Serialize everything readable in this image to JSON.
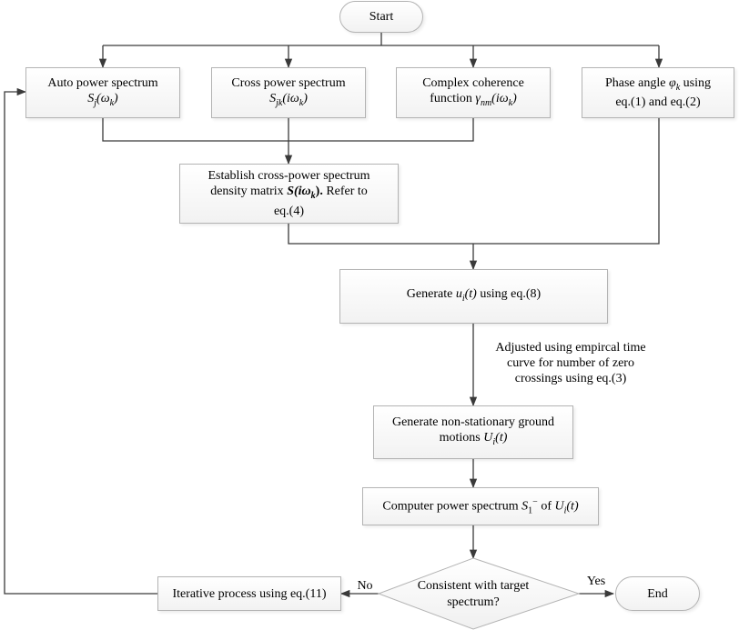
{
  "nodes": {
    "start": "Start",
    "auto_power": {
      "line1": "Auto power spectrum",
      "sym": "S",
      "sub": "j",
      "arg": "(ω",
      "arg_sub": "k",
      "close": ")"
    },
    "cross_power": {
      "line1": "Cross power spectrum",
      "sym": "S",
      "sub": "jk",
      "arg": "(iω",
      "arg_sub": "k",
      "close": ")"
    },
    "coherence": {
      "line1": "Complex coherence",
      "line2_pre": "function ",
      "sym": "γ",
      "sub": "nm",
      "arg": "(iω",
      "arg_sub": "k",
      "close": ")"
    },
    "phase_angle": {
      "line1_pre": "Phase angle ",
      "sym": "φ",
      "sub": "k",
      "line1_post": " using",
      "line2": "eq.(1) and eq.(2)"
    },
    "establish": {
      "line1": "Establish cross-power spectrum",
      "line2_pre": "density matrix  ",
      "sym": "S(iω",
      "sub": "k",
      "sym_close": ").",
      "line2_post": " Refer to",
      "line3": "eq.(4)"
    },
    "generate_u": {
      "pre": "Generate ",
      "sym": "u",
      "sub": "i",
      "arg": "(t)",
      "post": " using eq.(8)"
    },
    "nonstationary": {
      "line1": "Generate non-stationary ground",
      "line2_pre": "motions ",
      "sym": "U",
      "sub": "i",
      "arg": "(t)"
    },
    "compute_power": {
      "pre": "Computer power spectrum ",
      "sym": "S",
      "sub": "1",
      "sup": "−",
      "mid": " of ",
      "sym2": "U",
      "sub2": "i",
      "arg2": "(t)"
    },
    "consistent": {
      "line1": "Consistent with target",
      "line2": "spectrum?"
    },
    "iterative": "Iterative process using eq.(11)",
    "end": "End"
  },
  "annotations": {
    "adjusted": [
      "Adjusted using empircal time",
      "curve for number of zero",
      "crossings using eq.(3)"
    ],
    "no": "No",
    "yes": "Yes"
  }
}
